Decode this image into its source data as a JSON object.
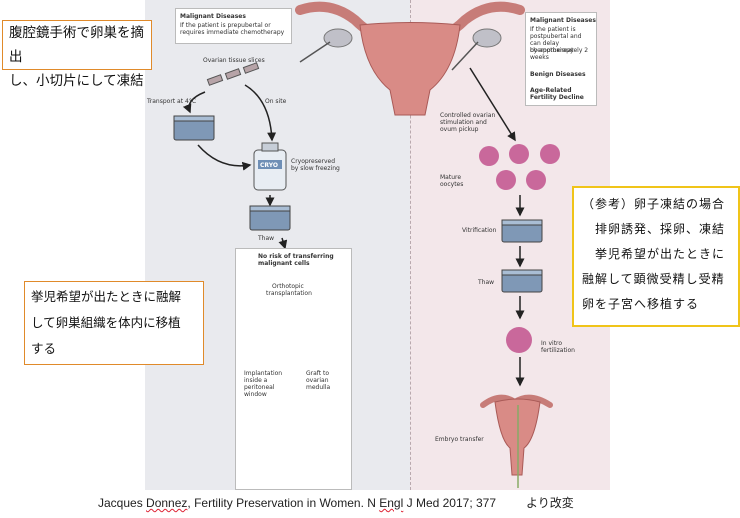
{
  "notes": {
    "top_left": [
      "腹腔鏡手術で卵巣を摘出",
      "し、小切片にして凍結"
    ],
    "left": [
      "挙児希望が出たときに融解",
      "して卵巣組織を体内に移植",
      "する"
    ],
    "right": [
      "（参考）卵子凍結の場合",
      "　排卵誘発、採卵、凍結",
      "　挙児希望が出たときに",
      "融解して顕微受精し受精",
      "卵を子宮へ移植する"
    ]
  },
  "diagram": {
    "left": {
      "box_title": "Malignant Diseases",
      "box_body": [
        "If the patient is prepubertal or",
        "requires immediate chemotherapy"
      ],
      "ovarian_slices": "Ovarian tissue slices",
      "transport": "Transport at 4°C",
      "on_site": "On site",
      "cryo_label": "CRYO",
      "cryopreserved": [
        "Cryopreserved",
        "by slow freezing"
      ],
      "thaw": "Thaw",
      "no_risk": [
        "No risk of transferring",
        "malignant cells"
      ],
      "orthotopic": [
        "Orthotopic",
        "transplantation"
      ],
      "implantation": [
        "Implantation",
        "inside a",
        "peritoneal",
        "window"
      ],
      "graft": [
        "Graft to",
        "ovarian",
        "medulla"
      ]
    },
    "right": {
      "box_title": "Malignant Diseases",
      "box_body": [
        "If the patient is",
        "postpubertal and",
        "can delay chemotherapy",
        "by approximately 2 weeks"
      ],
      "benign": "Benign Diseases",
      "age_related": "Age-Related Fertility Decline",
      "stimulation": [
        "Controlled ovarian",
        "stimulation and",
        "ovum pickup"
      ],
      "mature": [
        "Mature",
        "oocytes"
      ],
      "vitrification": "Vitrification",
      "thaw": "Thaw",
      "ivf": [
        "In vitro",
        "fertilization"
      ],
      "embryo": "Embryo transfer"
    }
  },
  "citation": {
    "pre": "Jacques ",
    "surname": "Donnez",
    "mid": ", Fertility Preservation in Women. N ",
    "engl": "Engl",
    "post": " J Med 2017; 377",
    "suffix": "より改変"
  },
  "colors": {
    "orange_border": "#e08a2a",
    "yellow_border": "#f0c419",
    "uterus": "#d98b86",
    "oocyte": "#c9689b",
    "container": "#7f98b6"
  }
}
